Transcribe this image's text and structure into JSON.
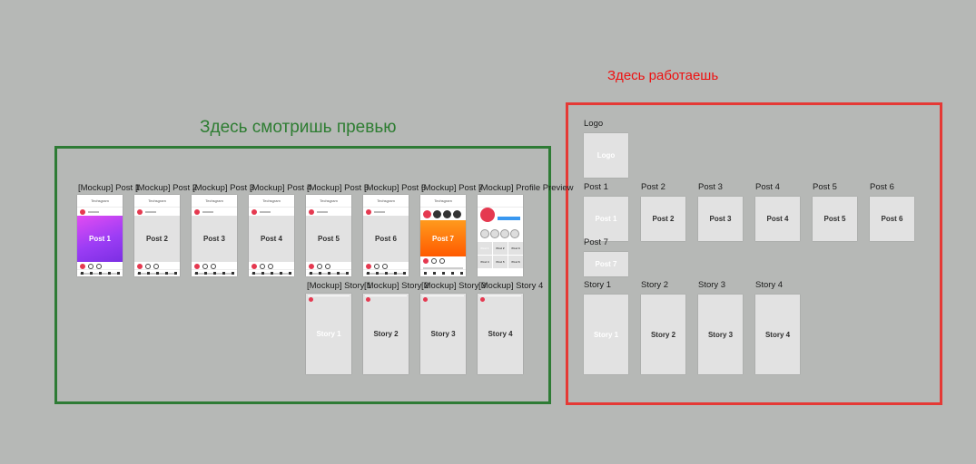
{
  "headings": {
    "preview": "Здесь смотришь превью",
    "work": "Здесь работаешь"
  },
  "colors": {
    "preview_frame": "#2e7b35",
    "work_frame": "#e53935",
    "background": "#b6b8b6"
  },
  "preview": {
    "mockup_captions": [
      "[Mockup] Post 1",
      "[Mockup] Post 2",
      "[Mockup] Post 3",
      "[Mockup] Post 4",
      "[Mockup] Post 5",
      "[Mockup] Post 6",
      "[Mockup] Post 7",
      "[Mockup] Profile Preview"
    ],
    "app_title": "Techsgram",
    "post_labels": [
      "Post 1",
      "Post 2",
      "Post 3",
      "Post 4",
      "Post 5",
      "Post 6",
      "Post 7"
    ],
    "story_captions": [
      "[Mockup] Story 1",
      "[Mockup] Story 2",
      "[Mockup] Story 3",
      "[Mockup] Story 4"
    ],
    "story_labels": [
      "Story 1",
      "Story 2",
      "Story 3",
      "Story 4"
    ],
    "profile_grid": [
      "Post 1",
      "Post 2",
      "Post 3",
      "Post 4",
      "Post 5",
      "Post 6"
    ]
  },
  "work": {
    "logo_caption": "Logo",
    "logo_text": "Logo",
    "post_captions": [
      "Post 1",
      "Post 2",
      "Post 3",
      "Post 4",
      "Post 5",
      "Post 6",
      "Post 7"
    ],
    "post_labels": [
      "Post 1",
      "Post 2",
      "Post 3",
      "Post 4",
      "Post 5",
      "Post 6",
      "Post 7"
    ],
    "story_captions": [
      "Story 1",
      "Story 2",
      "Story 3",
      "Story 4"
    ],
    "story_labels": [
      "Story 1",
      "Story 2",
      "Story 3",
      "Story 4"
    ]
  }
}
